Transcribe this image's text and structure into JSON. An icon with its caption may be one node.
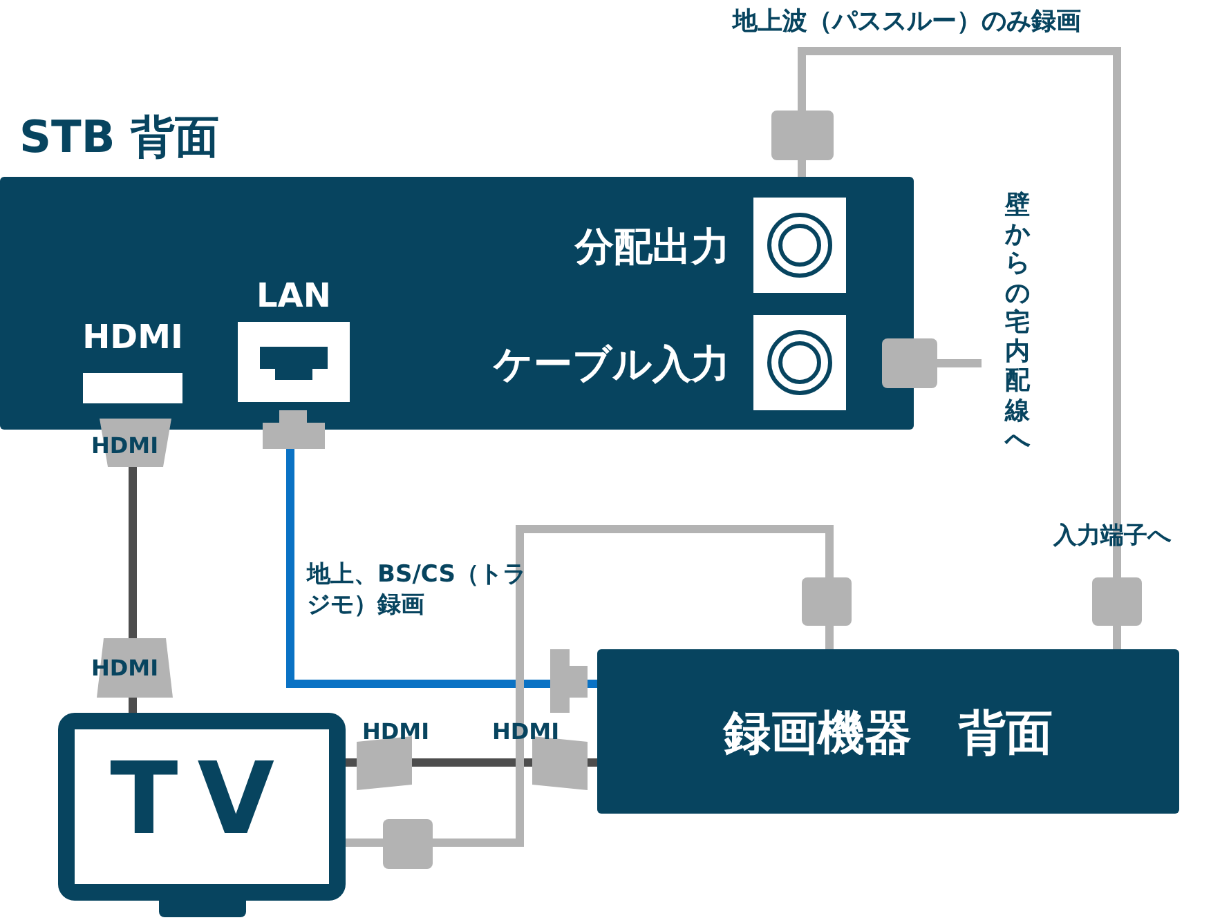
{
  "diagram": {
    "nodes": [
      {
        "text": [
          "STB 背面"
        ]
      },
      {
        "text": [
          "分配出力"
        ],
        "in": 0
      },
      {
        "text": [
          "ケーブル入力"
        ],
        "in": 0
      },
      {
        "text": [
          "LAN"
        ],
        "in": 0
      },
      {
        "text": [
          "HDMI"
        ],
        "in": 0
      },
      {
        "text": [
          "録画機器　背面"
        ]
      },
      {
        "text": [
          "TV"
        ]
      }
    ],
    "edges": [
      {
        "from": 4,
        "to": 6,
        "arrow": "none",
        "color": "#4d4d4d"
      },
      {
        "from": 3,
        "to": 5,
        "arrow": "none",
        "color": "#0a72c4",
        "label": "地上、BS/CS（トラジモ）録画"
      },
      {
        "from": 1,
        "to": 5,
        "arrow": "none",
        "label": "地上波（パススルー）のみ録画"
      },
      {
        "from": 2,
        "to": null,
        "arrow": "none",
        "label": "壁からの宅内配線へ"
      },
      {
        "from": 6,
        "to": 5,
        "arrow": "none",
        "color": "#4d4d4d"
      },
      {
        "from": 6,
        "to": 5,
        "arrow": "none"
      }
    ],
    "labels": [
      "HDMI",
      "HDMI",
      "HDMI",
      "HDMI",
      "入力端子へ"
    ]
  }
}
